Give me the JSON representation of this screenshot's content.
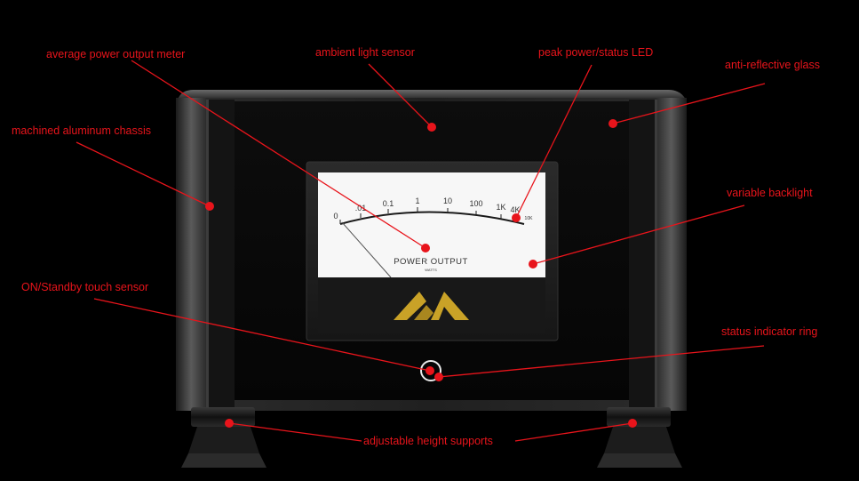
{
  "colors": {
    "accent": "#e8141b",
    "background": "#000000",
    "logo_gold": "#c9a227",
    "meter_face": "#f7f7f7"
  },
  "callouts": {
    "average_power_meter": "average power output meter",
    "ambient_light_sensor": "ambient light sensor",
    "peak_power_led": "peak power/status LED",
    "anti_reflective_glass": "anti-reflective glass",
    "machined_chassis": "machined aluminum chassis",
    "variable_backlight": "variable backlight",
    "standby_sensor": "ON/Standby touch sensor",
    "status_ring": "status indicator ring",
    "height_supports": "adjustable height supports"
  },
  "meter": {
    "scale_labels": [
      "0",
      ".01",
      "0.1",
      "1",
      "10",
      "100",
      "1K",
      "4K",
      "10K"
    ],
    "title": "POWER OUTPUT",
    "unit": "WATTS"
  },
  "icons": {
    "logo": "gold-triangle-logo-icon",
    "power": "power-ring-icon",
    "markers": "red-dot-marker-icon"
  }
}
